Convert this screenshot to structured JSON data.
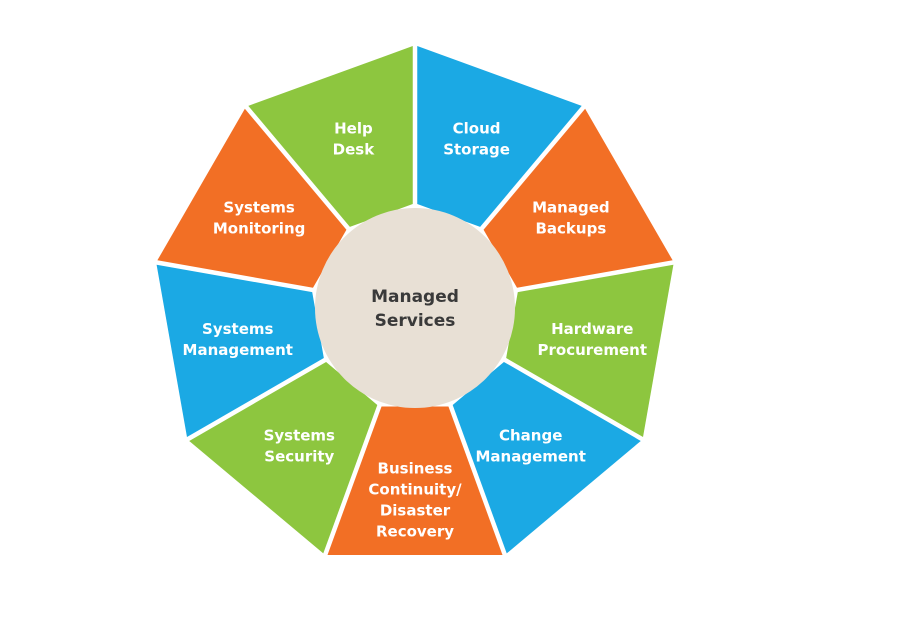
{
  "diagram": {
    "center": {
      "lines": [
        "Managed",
        "Services"
      ],
      "color": "#e8e0d5"
    },
    "colors": {
      "green": "#8dc63f",
      "blue": "#1ba9e4",
      "orange": "#f26f25",
      "text": "#ffffff",
      "center_text": "#3a3a3a"
    },
    "segments": [
      {
        "id": "cloud-storage",
        "lines": [
          "Cloud",
          "Storage"
        ],
        "color": "blue"
      },
      {
        "id": "managed-backups",
        "lines": [
          "Managed",
          "Backups"
        ],
        "color": "orange"
      },
      {
        "id": "hardware-procurement",
        "lines": [
          "Hardware",
          "Procurement"
        ],
        "color": "green"
      },
      {
        "id": "change-management",
        "lines": [
          "Change",
          "Management"
        ],
        "color": "blue"
      },
      {
        "id": "business-continuity",
        "lines": [
          "Business",
          "Continuity/",
          "Disaster",
          "Recovery"
        ],
        "color": "orange"
      },
      {
        "id": "systems-security",
        "lines": [
          "Systems",
          "Security"
        ],
        "color": "green"
      },
      {
        "id": "systems-management",
        "lines": [
          "Systems",
          "Management"
        ],
        "color": "blue"
      },
      {
        "id": "systems-monitoring",
        "lines": [
          "Systems",
          "Monitoring"
        ],
        "color": "orange"
      },
      {
        "id": "help-desk",
        "lines": [
          "Help",
          "Desk"
        ],
        "color": "green"
      }
    ]
  }
}
